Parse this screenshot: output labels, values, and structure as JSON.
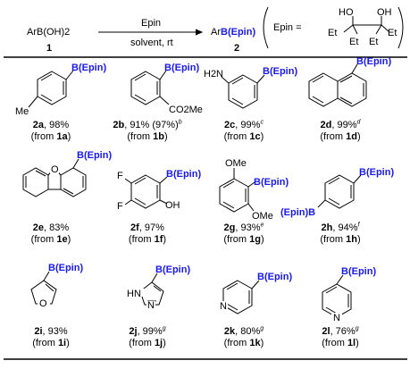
{
  "scheme": {
    "reactant": "ArB(OH)2",
    "reactant_number": "1",
    "reagent": "Epin",
    "conditions": "solvent, rt",
    "product_prefix": "Ar",
    "product_group": "B(Epin)",
    "product_number": "2",
    "definition_label": "Epin =",
    "diol_labels": [
      "HO",
      "OH",
      "Et",
      "Et",
      "Et",
      "Et"
    ]
  },
  "substituent_labels": {
    "bepin": "B(Epin)",
    "methyl": "Me",
    "ester": "CO2Me",
    "amine": "H2N",
    "fluoro": "F",
    "hydroxy": "OH",
    "methoxy": "OMe",
    "bepin_left": "(Epin)B",
    "nh": "HN",
    "furan_o": "O",
    "pyrazole_n": "N",
    "pyridine_n": "N"
  },
  "compounds": [
    {
      "id": "2a",
      "yield": ", 98%",
      "note": "",
      "from_prefix": "(from ",
      "from_id": "1a",
      "from_suffix": ")"
    },
    {
      "id": "2b",
      "yield": ", 91% (97%)",
      "note": "b",
      "from_prefix": "(from ",
      "from_id": "1b",
      "from_suffix": ")"
    },
    {
      "id": "2c",
      "yield": ", 99%",
      "note": "c",
      "from_prefix": "(from ",
      "from_id": "1c",
      "from_suffix": ")"
    },
    {
      "id": "2d",
      "yield": ", 99%",
      "note": "d",
      "from_prefix": "(from ",
      "from_id": "1d",
      "from_suffix": ")"
    },
    {
      "id": "2e",
      "yield": ", 83%",
      "note": "",
      "from_prefix": "(from ",
      "from_id": "1e",
      "from_suffix": ")"
    },
    {
      "id": "2f",
      "yield": ", 97%",
      "note": "",
      "from_prefix": "(from ",
      "from_id": "1f",
      "from_suffix": ")"
    },
    {
      "id": "2g",
      "yield": ", 93%",
      "note": "e",
      "from_prefix": "(from ",
      "from_id": "1g",
      "from_suffix": ")"
    },
    {
      "id": "2h",
      "yield": ", 94%",
      "note": "f",
      "from_prefix": "(from ",
      "from_id": "1h",
      "from_suffix": ")"
    },
    {
      "id": "2i",
      "yield": ", 93%",
      "note": "",
      "from_prefix": "(from ",
      "from_id": "1i",
      "from_suffix": ")"
    },
    {
      "id": "2j",
      "yield": ", 99%",
      "note": "g",
      "from_prefix": "(from ",
      "from_id": "1j",
      "from_suffix": ")"
    },
    {
      "id": "2k",
      "yield": ", 80%",
      "note": "g",
      "from_prefix": "(from ",
      "from_id": "1k",
      "from_suffix": ")"
    },
    {
      "id": "2l",
      "yield": ", 76%",
      "note": "g",
      "from_prefix": "(from ",
      "from_id": "1l",
      "from_suffix": ")"
    }
  ],
  "colors": {
    "boron_group": "#1a1ae6",
    "text": "#000000",
    "background": "#ffffff"
  }
}
